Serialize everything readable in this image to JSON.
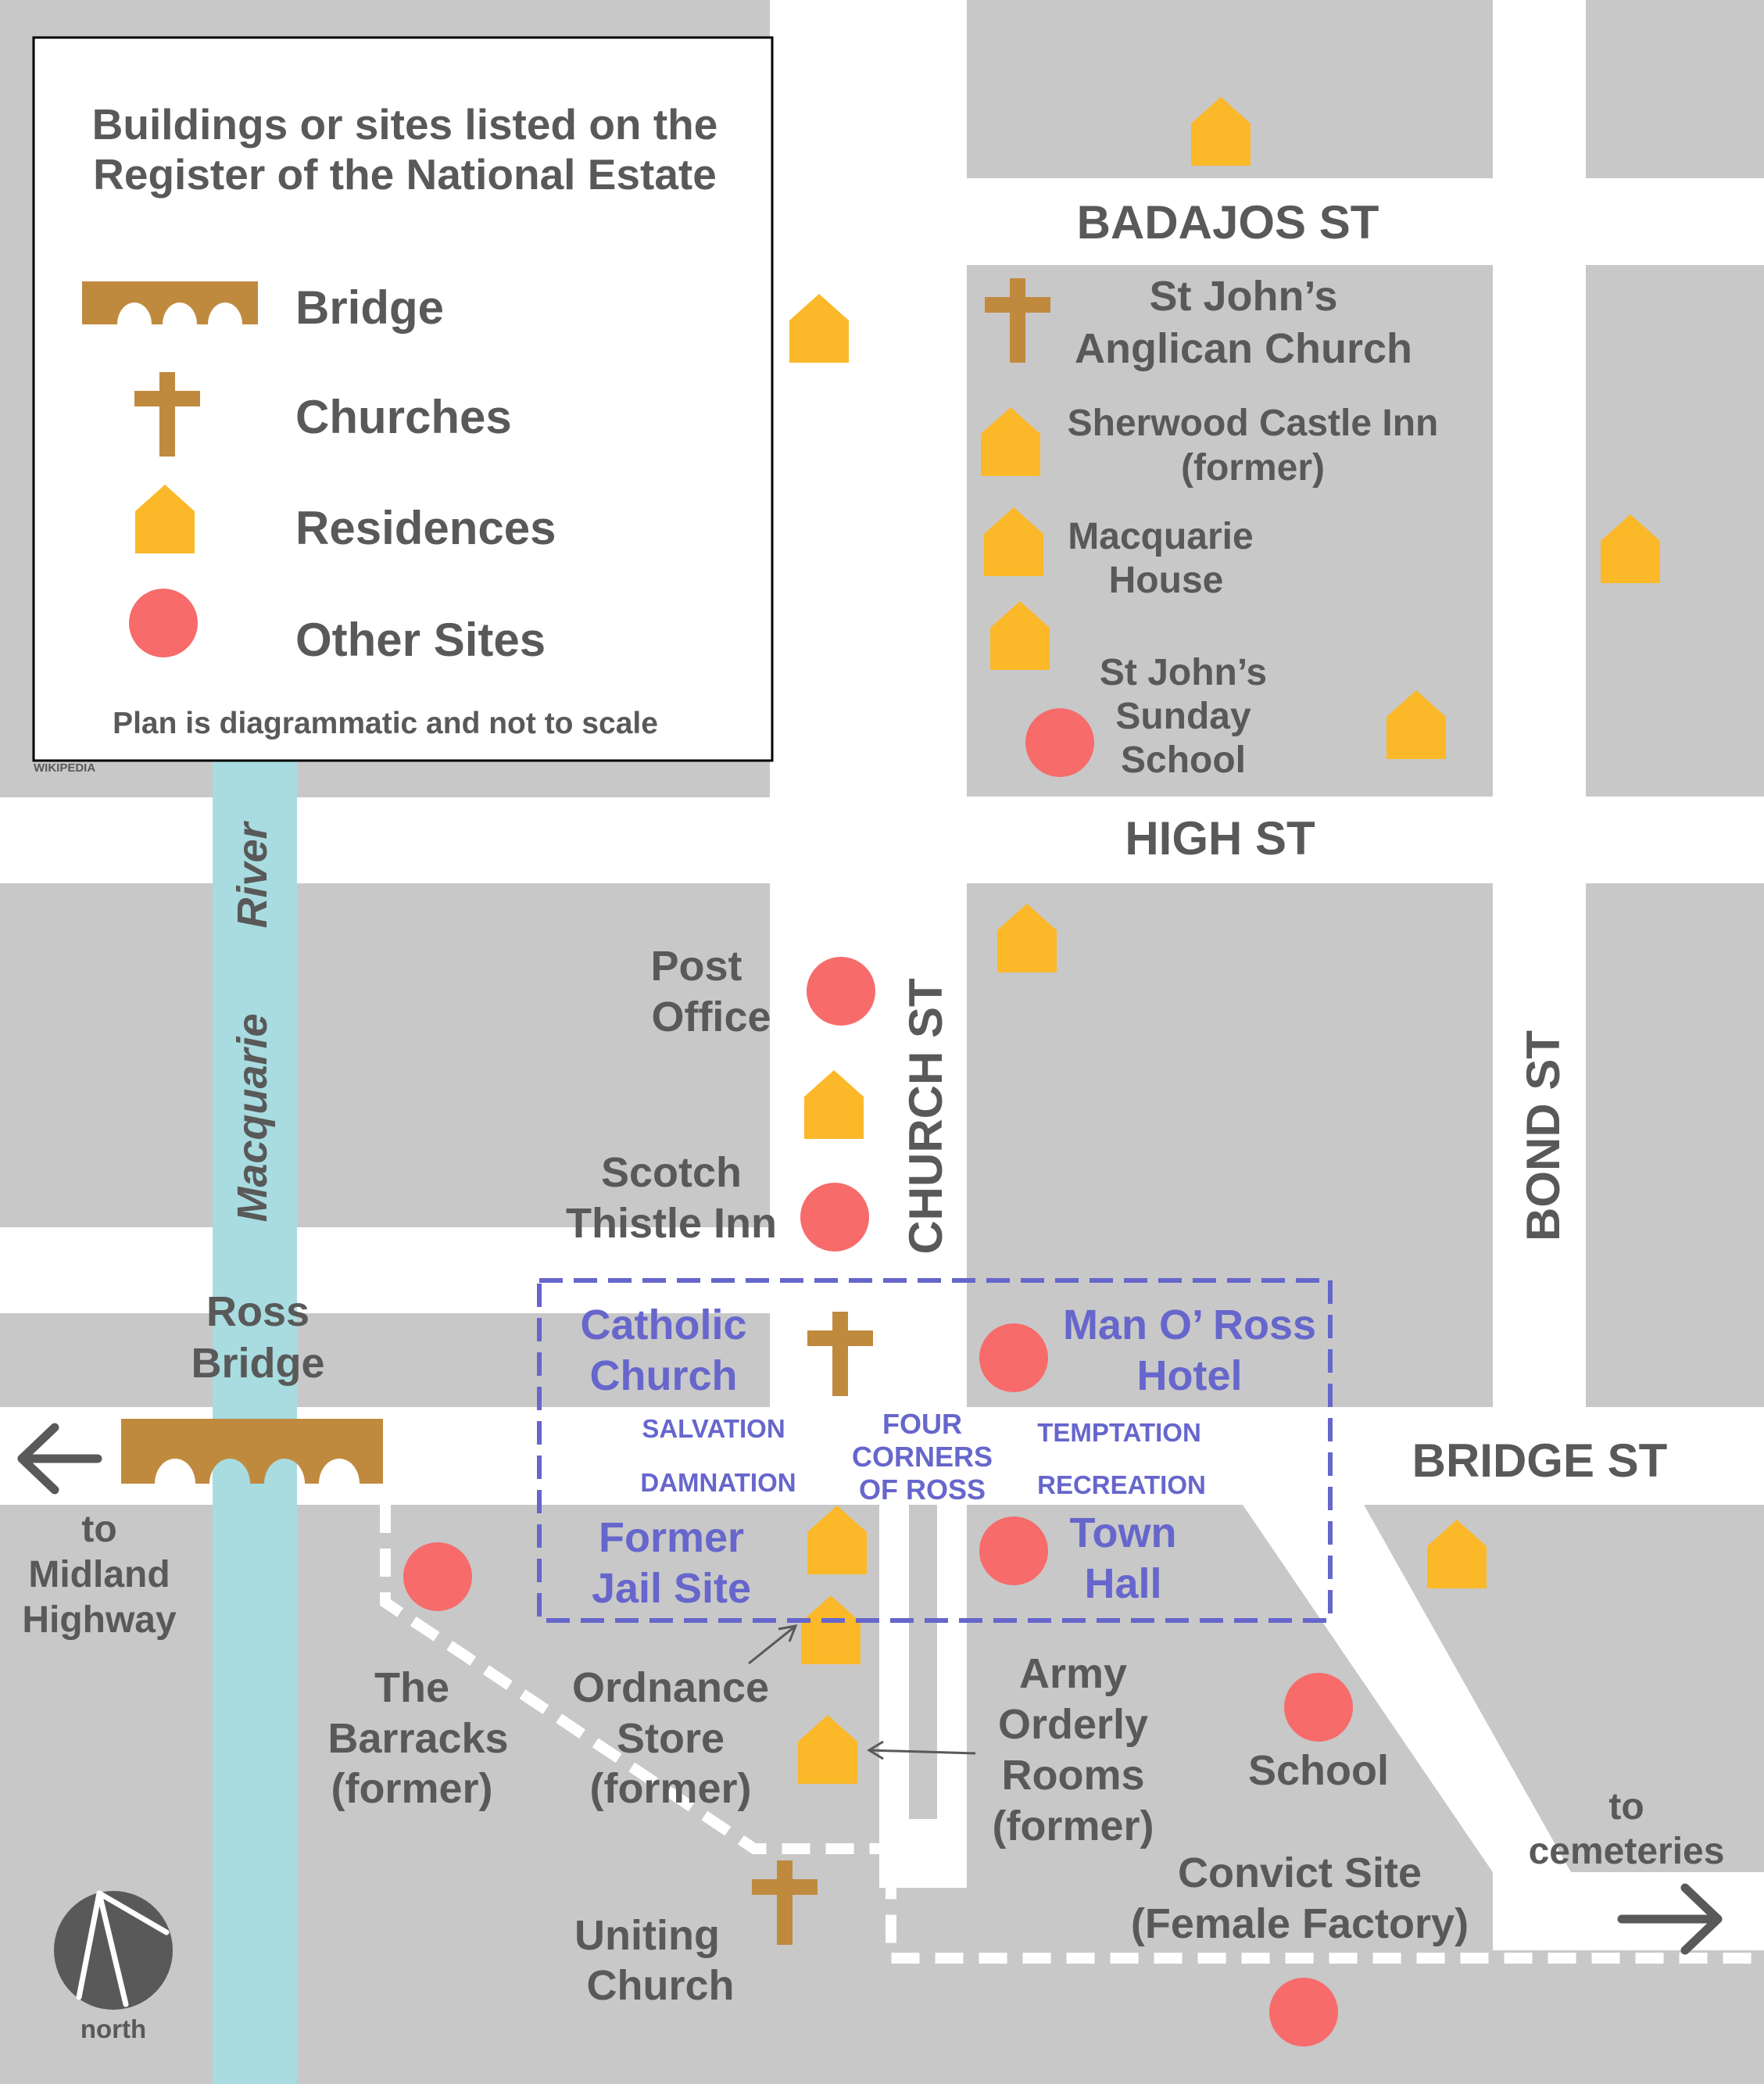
{
  "legend": {
    "title_line1": "Buildings or sites listed on the",
    "title_line2": "Register of the National Estate",
    "bridge": "Bridge",
    "churches": "Churches",
    "residences": "Residences",
    "other_sites": "Other Sites",
    "note": "Plan is diagrammatic and not to scale",
    "credit": "WIKIPEDIA"
  },
  "streets": {
    "badajos": "BADAJOS ST",
    "high": "HIGH ST",
    "church": "CHURCH ST",
    "bond": "BOND ST",
    "bridge": "BRIDGE  ST"
  },
  "river": {
    "word1": "Macquarie",
    "word2": "River"
  },
  "places": {
    "st_johns_church": [
      "St John’s",
      "Anglican Church"
    ],
    "sherwood": [
      "Sherwood Castle Inn",
      "(former)"
    ],
    "macquarie_house": [
      "Macquarie",
      "House"
    ],
    "sunday_school": [
      "St John’s",
      "Sunday",
      "School"
    ],
    "post_office": [
      "Post",
      "Office"
    ],
    "scotch_thistle": [
      "Scotch",
      "Thistle Inn"
    ],
    "ross_bridge": [
      "Ross",
      "Bridge"
    ],
    "catholic_church": [
      "Catholic",
      "Church"
    ],
    "man_o_ross": [
      "Man O’ Ross",
      "Hotel"
    ],
    "former_jail": [
      "Former",
      "Jail Site"
    ],
    "town_hall": [
      "Town",
      "Hall"
    ],
    "to_midland": [
      "to",
      "Midland",
      "Highway"
    ],
    "barracks": [
      "The",
      "Barracks",
      "(former)"
    ],
    "ordnance": [
      "Ordnance",
      "Store",
      "(former)"
    ],
    "army_orderly": [
      "Army",
      "Orderly",
      "Rooms",
      "(former)"
    ],
    "school": [
      "School"
    ],
    "to_cemeteries": [
      "to",
      "cemeteries"
    ],
    "convict_site": [
      "Convict Site",
      "(Female Factory)"
    ],
    "uniting_church": [
      "Uniting",
      "Church"
    ]
  },
  "four_corners": {
    "salvation": "SALVATION",
    "damnation": "DAMNATION",
    "temptation": "TEMPTATION",
    "recreation": "RECREATION",
    "center": [
      "FOUR",
      "CORNERS",
      "OF ROSS"
    ]
  },
  "compass": {
    "label": "north"
  },
  "colors": {
    "block": "#c8c8c8",
    "road": "#ffffff",
    "river": "#a8dce0",
    "residence": "#fbb829",
    "other_site": "#f76b6b",
    "church": "#c08a3e",
    "highlight": "#6666cc",
    "text": "#595959"
  }
}
